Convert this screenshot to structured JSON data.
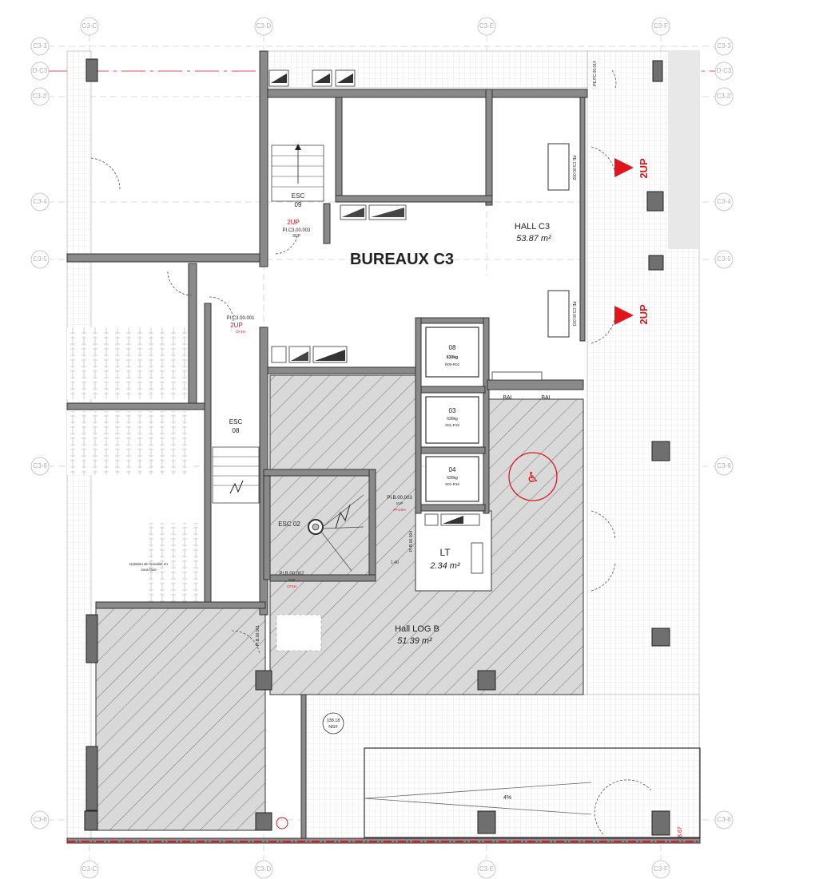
{
  "grid": {
    "columns": [
      "C3-C",
      "C3-D",
      "C3-E",
      "C3-F"
    ],
    "rows": [
      "C3-3",
      "D-C3",
      "C3-3'",
      "C3-4",
      "C3-5",
      "C3-6",
      "C3-8"
    ]
  },
  "title": "BUREAUX C3",
  "rooms": [
    {
      "name": "HALL C3",
      "area": "53.87 m²"
    },
    {
      "name": "Hall LOG B",
      "area": "51.39 m²"
    },
    {
      "name": "LT",
      "area": "2.34 m²"
    }
  ],
  "stairs": [
    {
      "name": "ESC",
      "number": "09"
    },
    {
      "name": "ESC",
      "number": "08"
    },
    {
      "name": "ESC 02",
      "number": ""
    }
  ],
  "lifts": [
    {
      "number": "08",
      "load": "630kg",
      "levels": "R00-R02"
    },
    {
      "number": "03",
      "load": "630kg",
      "levels": "S01-R15"
    },
    {
      "number": "04",
      "load": "630kg",
      "levels": "S01-R15"
    }
  ],
  "up_markers": [
    "2UP",
    "2UP"
  ],
  "doors": [
    {
      "code": "PI.C3.00.003",
      "l1": "2UP",
      "l2": "3UP"
    },
    {
      "code": "PI.C3.00.001",
      "l1": "2UP",
      "l2": "CF1H"
    },
    {
      "code": "PI.B.00.003",
      "l1": "1UP",
      "l2": "PF1/2H"
    },
    {
      "code": "PI.B.00.002",
      "l1": "1UP",
      "l2": "CF1H"
    },
    {
      "code": "PE.C3.00.002",
      "l1": "",
      "l2": ""
    },
    {
      "code": "PE.C3.00.003",
      "l1": "",
      "l2": ""
    },
    {
      "code": "PE.PC.00.014",
      "l1": "",
      "l2": ""
    },
    {
      "code": "PI.B.00.004",
      "l1": "",
      "l2": ""
    },
    {
      "code": "PI.B.00.001",
      "l1": "",
      "l2": ""
    }
  ],
  "labels": {
    "bal1": "BAL",
    "bal2": "BAL",
    "ngf_value": "138.18",
    "ngf_unit": "NGF",
    "slope": "4%",
    "ratio": "1.40",
    "elevation": "8.67",
    "isolation_1": "Isolation de l'escalier en",
    "isolation_2": "sous face"
  },
  "colors": {
    "accent_red": "#e0161c",
    "wall": "#8a8a8a",
    "hatch": "#cfcfcf"
  }
}
